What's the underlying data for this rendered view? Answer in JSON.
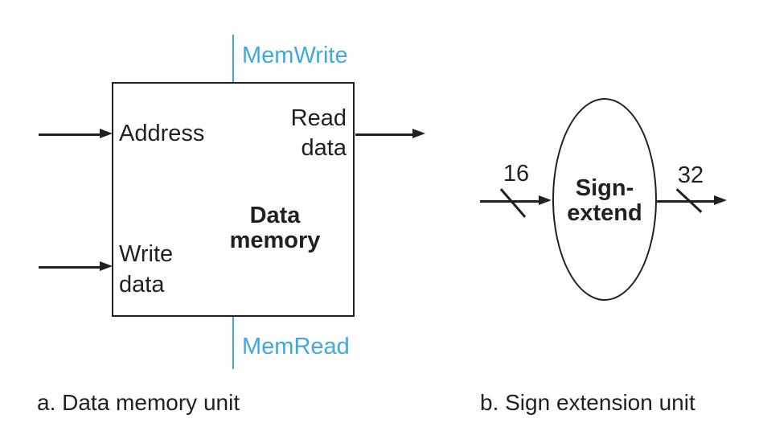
{
  "colors": {
    "control_signal": "#3FA9DC",
    "ink": "#231F20",
    "background": "#FFFFFF"
  },
  "data_memory": {
    "control_top": "MemWrite",
    "control_bottom": "MemRead",
    "title": "Data\nmemory",
    "ports": {
      "address": "Address",
      "read_data": "Read\ndata",
      "write_data": "Write\ndata"
    },
    "caption": "a. Data memory unit"
  },
  "sign_extend": {
    "label": "Sign-\nextend",
    "input_width": "16",
    "output_width": "32",
    "caption": "b. Sign extension unit"
  }
}
